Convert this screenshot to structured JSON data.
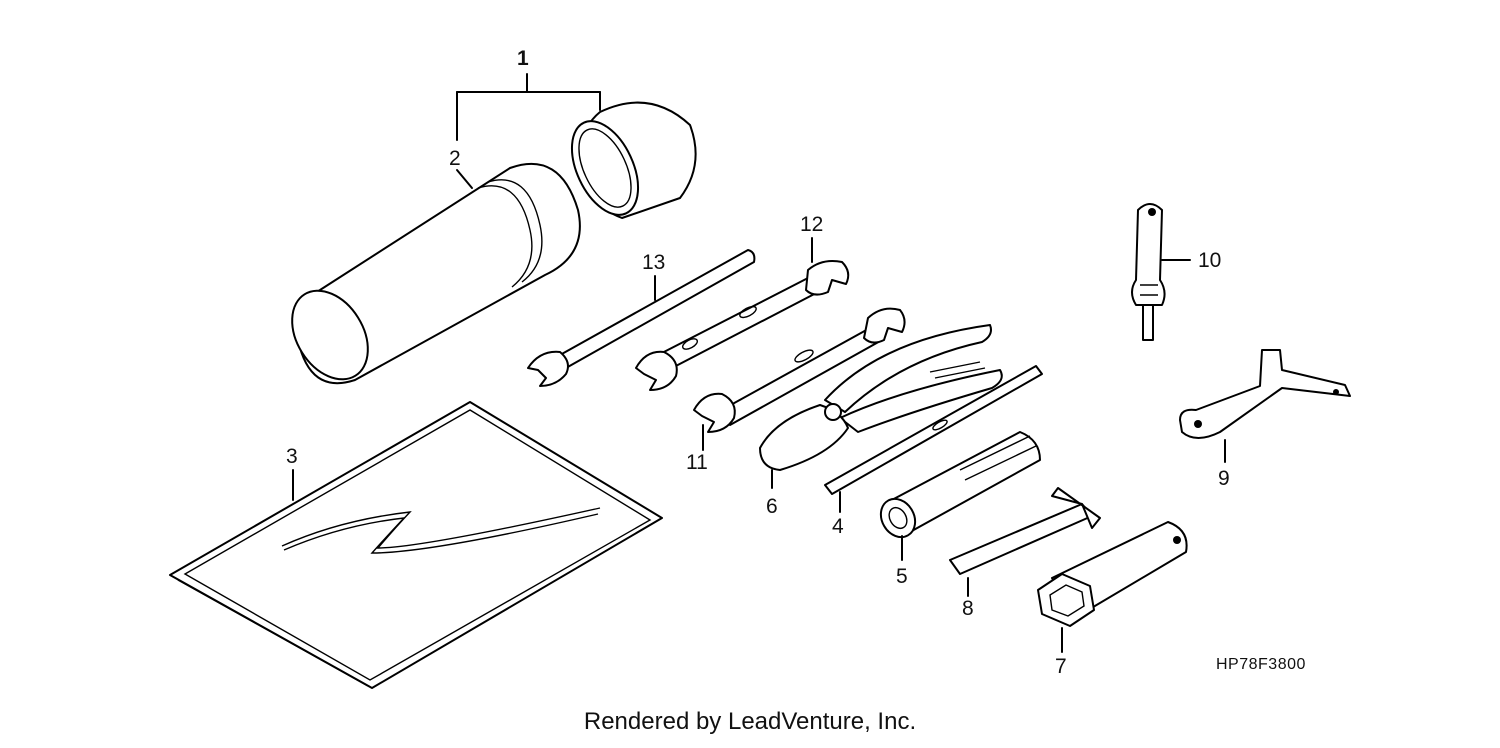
{
  "diagram": {
    "callouts": {
      "c1": "1",
      "c2": "2",
      "c3": "3",
      "c4": "4",
      "c5": "5",
      "c6": "6",
      "c7": "7",
      "c8": "8",
      "c9": "9",
      "c10": "10",
      "c11": "11",
      "c12": "12",
      "c13": "13"
    },
    "diagram_code": "HP78F3800",
    "credit": "Rendered by LeadVenture, Inc."
  }
}
